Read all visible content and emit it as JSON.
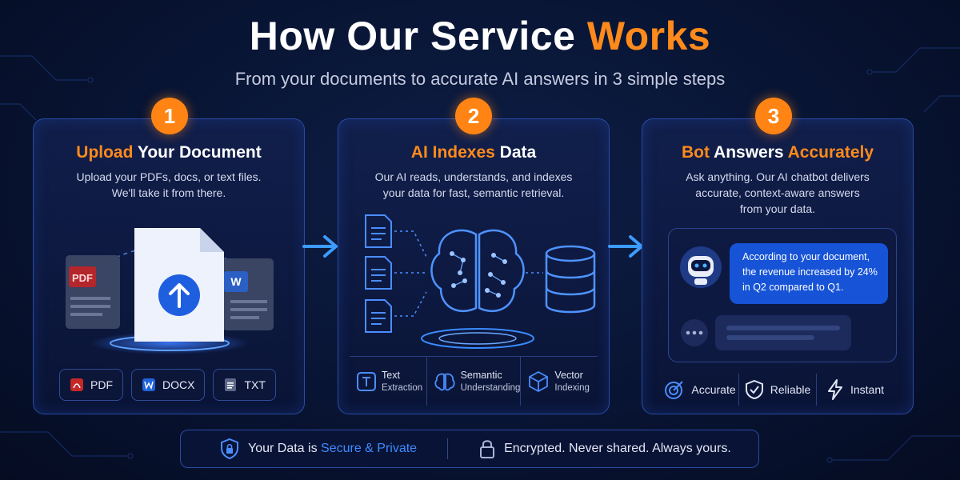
{
  "header": {
    "title_main": "How Our Service ",
    "title_accent": "Works",
    "subtitle": "From your documents to accurate AI answers in 3 simple steps"
  },
  "colors": {
    "accent": "#ff8a1c",
    "blue": "#1653d6",
    "border": "#2b4aa5",
    "background": "#081433"
  },
  "steps": [
    {
      "number": "1",
      "title_accent": "Upload",
      "title_rest": " Your Document",
      "desc_line1": "Upload your PDFs, docs, or text files.",
      "desc_line2": "We'll take it from there.",
      "file_labels": {
        "pdf": "PDF",
        "word": "W"
      },
      "formats": [
        "PDF",
        "DOCX",
        "TXT"
      ]
    },
    {
      "number": "2",
      "title_accent": "AI Indexes",
      "title_rest": " Data",
      "desc_line1": "Our AI reads, understands, and indexes",
      "desc_line2": "your data for fast, semantic retrieval.",
      "features": [
        {
          "line1": "Text",
          "line2": "Extraction",
          "icon": "text-t-icon"
        },
        {
          "line1": "Semantic",
          "line2": "Understanding",
          "icon": "brain-icon"
        },
        {
          "line1": "Vector",
          "line2": "Indexing",
          "icon": "cube-icon"
        }
      ]
    },
    {
      "number": "3",
      "title_accent": "Bot",
      "title_mid": " Answers ",
      "title_accent2": "Accurately",
      "desc_line1": "Ask anything. Our AI chatbot delivers",
      "desc_line2": "accurate, context-aware answers",
      "desc_line3": "from your data.",
      "chat_line1": "According to your document,",
      "chat_line2": "the revenue increased by 24%",
      "chat_line3": "in Q2 compared to Q1.",
      "features": [
        "Accurate",
        "Reliable",
        "Instant"
      ]
    }
  ],
  "footer": {
    "label_pre": "Your Data is ",
    "label_highlight": "Secure & Private",
    "note": "Encrypted. Never shared. Always yours."
  }
}
